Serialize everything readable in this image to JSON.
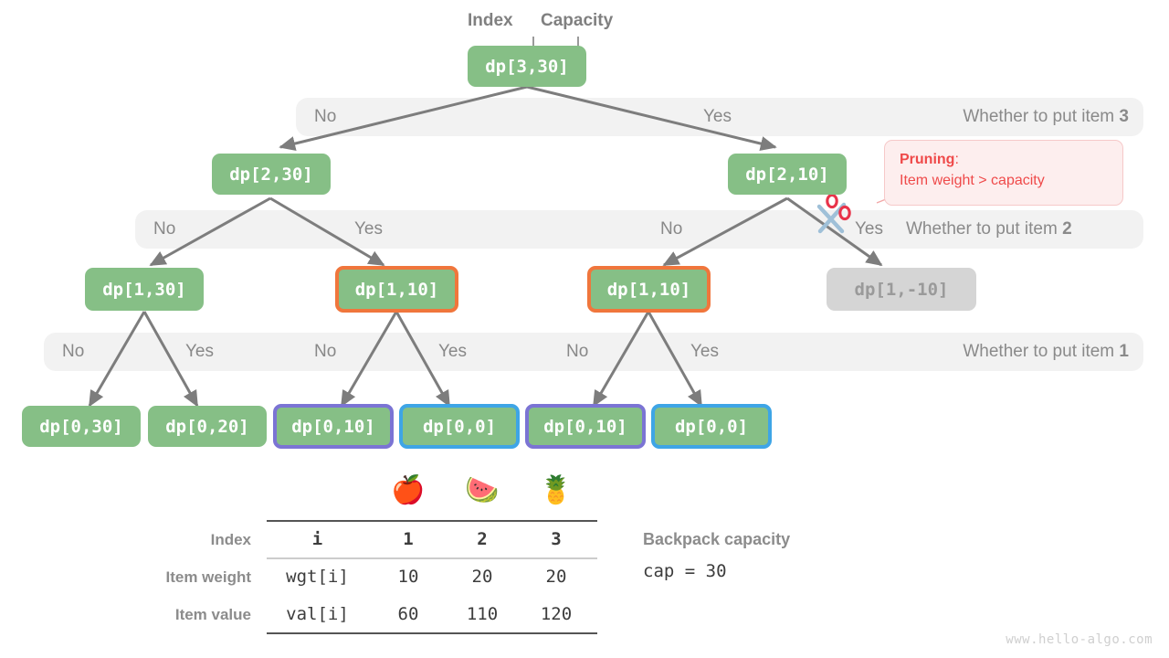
{
  "header": {
    "index_label": "Index",
    "capacity_label": "Capacity"
  },
  "colors": {
    "node_green": "#86bf86",
    "node_grey": "#d5d5d5",
    "band_grey": "#f2f2f2",
    "border_orange": "#f0763c",
    "border_purple": "#7b74d4",
    "border_cyan": "#3ea5e6",
    "prune_red": "#ef4a4a",
    "arrow_grey": "#7d7d7d",
    "scissor_handle": "#e8334a",
    "scissor_blade": "#9fc0d8"
  },
  "tree": {
    "levels": [
      {
        "nodes": [
          {
            "label": "dp[3,30]",
            "state": "normal"
          }
        ]
      },
      {
        "nodes": [
          {
            "label": "dp[2,30]",
            "state": "normal"
          },
          {
            "label": "dp[2,10]",
            "state": "normal"
          }
        ]
      },
      {
        "nodes": [
          {
            "label": "dp[1,30]",
            "state": "normal"
          },
          {
            "label": "dp[1,10]",
            "state": "orange"
          },
          {
            "label": "dp[1,10]",
            "state": "orange"
          },
          {
            "label": "dp[1,-10]",
            "state": "greyed"
          }
        ]
      },
      {
        "nodes": [
          {
            "label": "dp[0,30]",
            "state": "normal"
          },
          {
            "label": "dp[0,20]",
            "state": "normal"
          },
          {
            "label": "dp[0,10]",
            "state": "purple"
          },
          {
            "label": "dp[0,0]",
            "state": "cyan"
          },
          {
            "label": "dp[0,10]",
            "state": "purple"
          },
          {
            "label": "dp[0,0]",
            "state": "cyan"
          }
        ]
      }
    ],
    "bands": [
      {
        "question": "Whether to put item ",
        "item": "3",
        "choices": [
          "No",
          "Yes"
        ]
      },
      {
        "question": "Whether to put item ",
        "item": "2",
        "choices": [
          "No",
          "Yes",
          "No",
          "Yes"
        ]
      },
      {
        "question": "Whether to put item ",
        "item": "1",
        "choices": [
          "No",
          "Yes",
          "No",
          "Yes",
          "No",
          "Yes"
        ]
      }
    ]
  },
  "pruning_callout": {
    "title": "Pruning",
    "colon": ":",
    "text": "Item weight > capacity"
  },
  "table": {
    "fruit_icons": [
      "apple-icon",
      "watermelon-icon",
      "pineapple-icon"
    ],
    "fruit_glyphs": [
      "🍎",
      "🍉",
      "🍍"
    ],
    "rows": [
      {
        "label": "Index",
        "key": "i",
        "values": [
          "1",
          "2",
          "3"
        ],
        "bold": true
      },
      {
        "label": "Item weight",
        "key": "wgt[i]",
        "values": [
          "10",
          "20",
          "20"
        ],
        "bold": false
      },
      {
        "label": "Item value",
        "key": "val[i]",
        "values": [
          "60",
          "110",
          "120"
        ],
        "bold": false
      }
    ]
  },
  "capacity_note": {
    "title": "Backpack capacity",
    "value": "cap = 30"
  },
  "watermark": "www.hello-algo.com"
}
